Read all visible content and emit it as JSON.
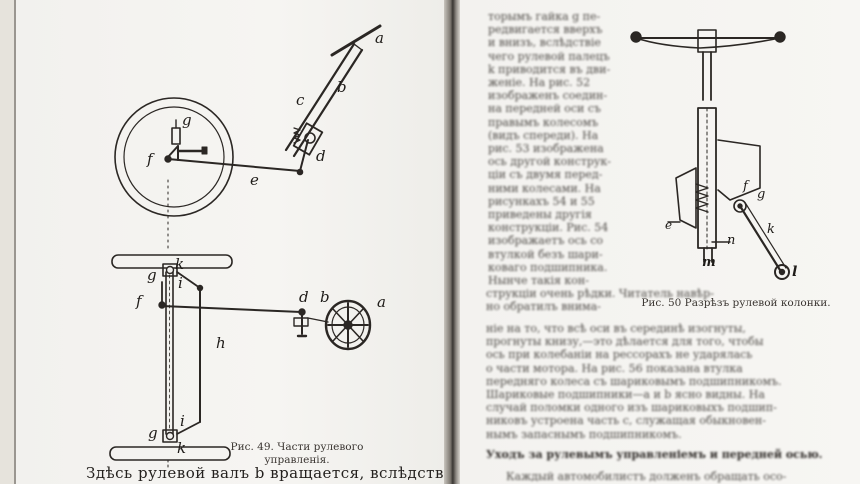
{
  "left_page": {
    "fig49_caption_line1": "Рис. 49.  Части рулевого",
    "fig49_caption_line2": "управленія.",
    "bottom_text": "Здѣсь рулевой валъ  b  вращается, вслѣдствіе",
    "labels": {
      "a_top": "a",
      "b_top": "b",
      "c_top": "c",
      "d_top": "d",
      "e_top": "e",
      "f_top": "f",
      "g_top": "g",
      "k_mid": "k",
      "g_mid": "g",
      "f_mid": "f",
      "i_mid": "i",
      "h_mid": "h",
      "d_mid": "d",
      "b_mid": "b",
      "a_mid": "a",
      "g_bot": "g",
      "i_bot": "i",
      "k_bot": "k"
    }
  },
  "right_page": {
    "fig50_caption": "Рис. 50  Разрѣзъ рулевой колонки.",
    "labels": {
      "f": "f",
      "g": "g",
      "e": "e",
      "n": "n",
      "m": "m",
      "k": "k",
      "l": "l"
    },
    "narrow_column_lines": [
      "торымъ гайка g пе-",
      "редвигается вверхъ",
      "и внизъ, вслѣдствіе",
      "чего рулевой палецъ",
      "k приводится въ дви-",
      "женіе. На рис. 52",
      "изображенъ соедин-",
      "на передней оси съ",
      "правымъ колесомъ",
      "(видъ спереди). На",
      "рис. 53 изображена",
      "ось другой конструк-",
      "ціи съ двумя перед-",
      "ними колесами. На",
      "рисункахъ 54 и 55",
      "приведены другія",
      "конструкціи. Рис. 54",
      "изображаетъ ось со",
      "втулкой безъ шари-",
      "коваго подшипника.",
      "Нынче такія кон-",
      "струкціи очень рѣдки. Читатель навѣр-",
      "но обратилъ внима-"
    ],
    "wide_column_lines": [
      "ніе на то, что всѣ оси въ серединѣ изогнуты,",
      "прогнуты книзу,—это дѣлается для того, чтобы",
      "ось при колебаніи на рессорахъ не ударялась",
      "о части мотора. На рис. 56 показана втулка",
      "передняго колеса съ шариковымъ подшипникомъ.",
      "Шариковые подшипники—a и b ясно видны. На",
      "случай поломки одного изъ шариковыхъ подшип-",
      "никовъ устроена часть c, служащая обыкновен-",
      "нымъ запаснымъ подшипникомъ."
    ],
    "section_heading": "Уходъ за рулевымъ управленіемъ и передней осью.",
    "last_line": "Каждый автомобилистъ долженъ обращать осо-"
  }
}
